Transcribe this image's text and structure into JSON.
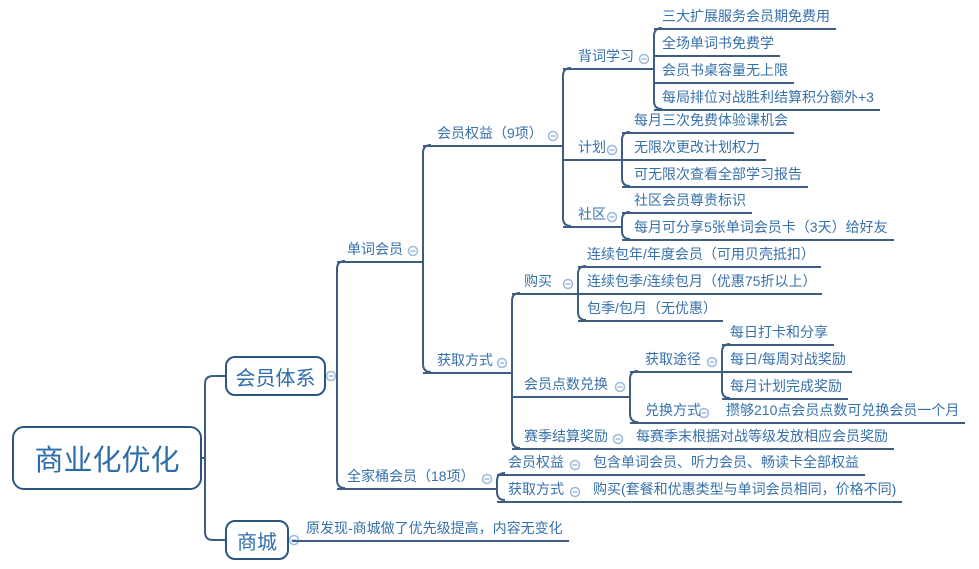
{
  "palette": {
    "line": "#3f5c82",
    "box_border": "#2c567e",
    "text": "#3671ab",
    "collapse_circle": "#9db9da",
    "background": "#ffffff"
  },
  "mindmap": {
    "root": {
      "label": "商业化优化",
      "children": [
        {
          "label": "会员体系",
          "children": [
            {
              "label": "单词会员",
              "children": [
                {
                  "label": "会员权益（9项）",
                  "children": [
                    {
                      "label": "背词学习",
                      "children": [
                        {
                          "label": "三大扩展服务会员期免费用"
                        },
                        {
                          "label": "全场单词书免费学"
                        },
                        {
                          "label": "会员书桌容量无上限"
                        },
                        {
                          "label": "每局排位对战胜利结算积分额外+3"
                        }
                      ]
                    },
                    {
                      "label": "计划",
                      "children": [
                        {
                          "label": "每月三次免费体验课机会"
                        },
                        {
                          "label": "无限次更改计划权力"
                        },
                        {
                          "label": "可无限次查看全部学习报告"
                        }
                      ]
                    },
                    {
                      "label": "社区",
                      "children": [
                        {
                          "label": "社区会员尊贵标识"
                        },
                        {
                          "label": "每月可分享5张单词会员卡（3天）给好友"
                        }
                      ]
                    }
                  ]
                },
                {
                  "label": "获取方式",
                  "children": [
                    {
                      "label": "购买",
                      "children": [
                        {
                          "label": "连续包年/年度会员（可用贝壳抵扣）"
                        },
                        {
                          "label": "连续包季/连续包月（优惠75折以上）"
                        },
                        {
                          "label": "包季/包月（无优惠）"
                        }
                      ]
                    },
                    {
                      "label": "会员点数兑换",
                      "children": [
                        {
                          "label": "获取途径",
                          "children": [
                            {
                              "label": "每日打卡和分享"
                            },
                            {
                              "label": "每日/每周对战奖励"
                            },
                            {
                              "label": "每月计划完成奖励"
                            }
                          ]
                        },
                        {
                          "label": "兑换方式",
                          "children": [
                            {
                              "label": "攒够210点会员点数可兑换会员一个月"
                            }
                          ]
                        }
                      ]
                    },
                    {
                      "label": "赛季结算奖励",
                      "children": [
                        {
                          "label": "每赛季末根据对战等级发放相应会员奖励"
                        }
                      ]
                    }
                  ]
                }
              ]
            },
            {
              "label": "全家桶会员（18项）",
              "children": [
                {
                  "label": "会员权益",
                  "children": [
                    {
                      "label": "包含单词会员、听力会员、畅读卡全部权益"
                    }
                  ]
                },
                {
                  "label": "获取方式",
                  "children": [
                    {
                      "label": "购买(套餐和优惠类型与单词会员相同，价格不同)"
                    }
                  ]
                }
              ]
            }
          ]
        },
        {
          "label": "商城",
          "children": [
            {
              "label": "原发现-商城做了优先级提高，内容无变化"
            }
          ]
        }
      ]
    }
  }
}
